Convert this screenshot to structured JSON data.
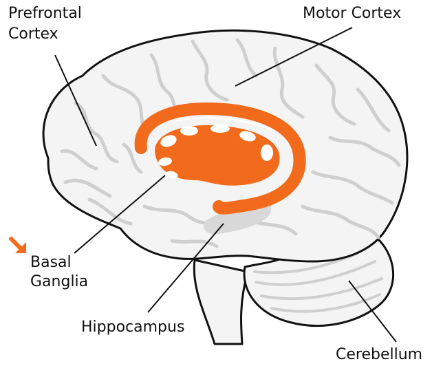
{
  "labels": {
    "prefrontal_line1": "Prefrontal",
    "prefrontal_line2": "Cortex",
    "motor_cortex": "Motor Cortex",
    "basal_line1": "Basal",
    "basal_line2": "Ganglia",
    "hippocampus": "Hippocampus",
    "cerebellum": "Cerebellum"
  },
  "icons": {
    "arrow": "arrow-down-right-icon"
  },
  "colors": {
    "basal_ganglia": "#f26a1b",
    "arrow": "#f26a1b",
    "brain_fill": "#f4f4f4",
    "brain_outline": "#111111",
    "sulci": "#cfcfcf",
    "hippocampus": "#d8d8d8"
  }
}
